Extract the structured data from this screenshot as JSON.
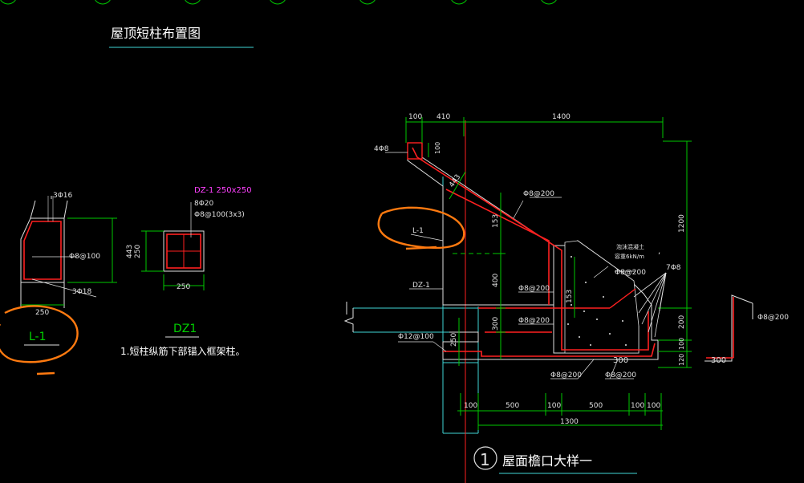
{
  "titles": {
    "layout_plan": "屋顶短柱布置图",
    "eave_detail": "屋面檐口大样一",
    "detail_number": "1"
  },
  "beam_l1": {
    "top_bars": "3Φ16",
    "stirrups": "Φ8@100",
    "bottom_bars": "3Φ18",
    "depth": "443",
    "width": "250",
    "name": "L-1"
  },
  "column_dz1": {
    "mark": "DZ-1 250x250",
    "main_bars": "8Φ20",
    "stirrups": "Φ8@100(3x3)",
    "width": "250",
    "height": "250",
    "name": "DZ1",
    "note": "1.短柱纵筋下部锚入框架柱。"
  },
  "eave": {
    "dims_top": [
      "100",
      "410",
      "1400"
    ],
    "dims_bottom": [
      "100",
      "500",
      "100",
      "500",
      "100",
      "100"
    ],
    "total_bottom": "1300",
    "right_heights": [
      "1200",
      "200",
      "100",
      "120"
    ],
    "left_heights": [
      "400",
      "300",
      "250"
    ],
    "diag_dims": [
      "443",
      "153"
    ],
    "small_dim": "100",
    "corner_bars": "4Φ8",
    "rebar_labels": [
      "Φ8@200",
      "Φ8@200",
      "Φ8@200",
      "Φ8@200",
      "Φ8@200",
      "Φ8@200",
      "Φ8@200"
    ],
    "bottom_bar": "Φ12@100",
    "bundle_bars": "7Φ8",
    "ref_l1": "L-1",
    "ref_dz1": "DZ-1",
    "inner_width": "300",
    "concrete_label": [
      "泡沫混凝土",
      "容重6kN/m"
    ],
    "side_bar": "Φ8@200",
    "side_width": "300",
    "tick_mark": ","
  }
}
